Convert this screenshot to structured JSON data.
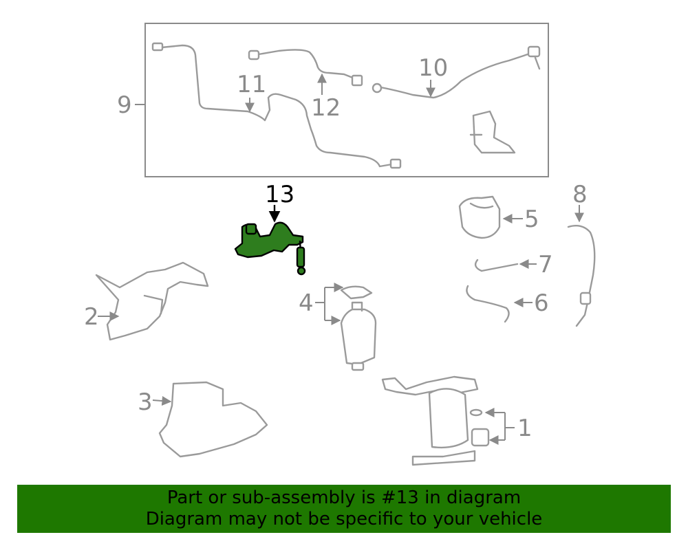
{
  "callouts": {
    "c1": "1",
    "c2": "2",
    "c3": "3",
    "c4": "4",
    "c5": "5",
    "c6": "6",
    "c7": "7",
    "c8": "8",
    "c9": "9",
    "c10": "10",
    "c11": "11",
    "c12": "12",
    "c13": "13"
  },
  "highlight": {
    "part_number": "13",
    "color": "#2e7d1e"
  },
  "banner": {
    "line1": "Part or sub-assembly is #13 in diagram",
    "line2": "Diagram may not be specific to your vehicle",
    "background": "#1e7800"
  }
}
